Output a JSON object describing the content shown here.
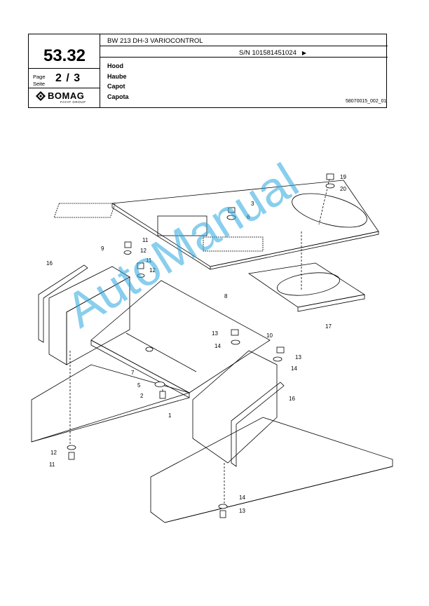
{
  "header": {
    "section_number": "53.32",
    "page_label_en": "Page",
    "page_label_de": "Seite",
    "page_value": "2 / 3",
    "brand": "BOMAG",
    "brand_sub": "FAYAT GROUP",
    "model": "BW 213 DH-3 VARIOCONTROL",
    "serial": "S/N 101581451024",
    "serial_arrow": "▶",
    "titles": [
      "Hood",
      "Haube",
      "Capot",
      "Capota"
    ],
    "drawing_ref": "58070015_002_01"
  },
  "drawing": {
    "callouts": [
      "1",
      "2",
      "3",
      "5",
      "6",
      "7",
      "8",
      "9",
      "10",
      "11",
      "11",
      "11",
      "12",
      "12",
      "12",
      "13",
      "13",
      "13",
      "14",
      "14",
      "14",
      "16",
      "16",
      "17",
      "19",
      "20"
    ]
  },
  "watermark": "AutoManual"
}
